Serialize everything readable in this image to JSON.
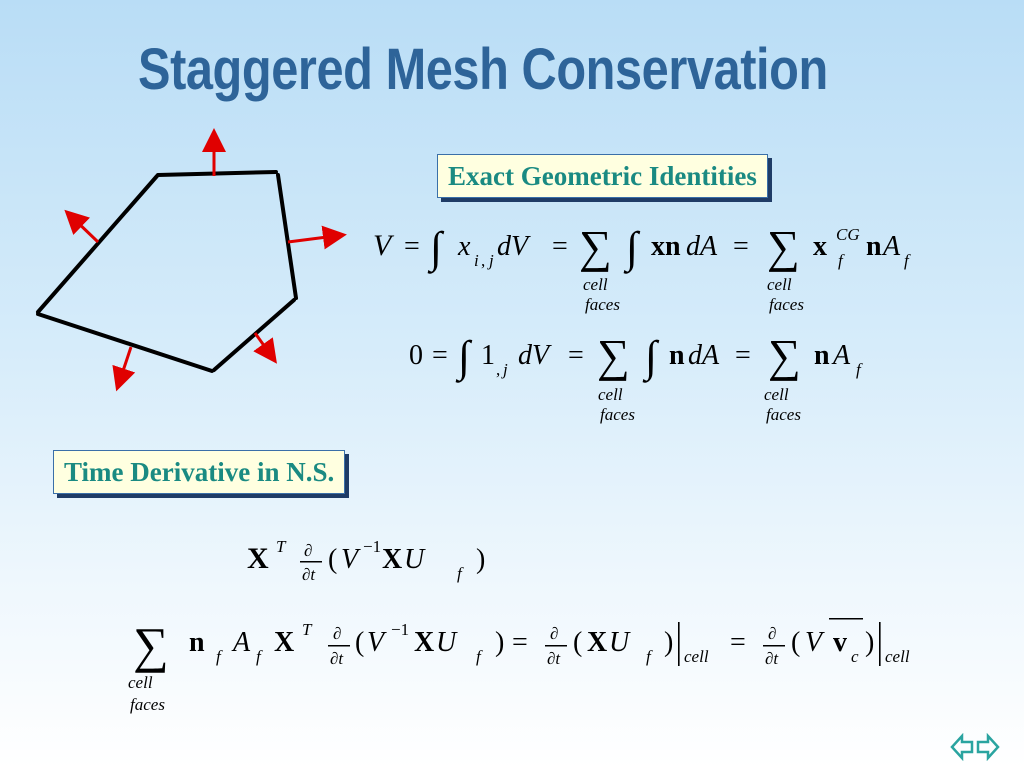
{
  "slide": {
    "title": "Staggered Mesh Conservation",
    "box_exact": "Exact Geometric Identities",
    "box_time": "Time Derivative in N.S."
  },
  "colors": {
    "title": "#2e6499",
    "box_text": "#1a8a82",
    "box_fill": "#ffffe0",
    "equation": "#000000",
    "arrow": "#e00000"
  },
  "equations": {
    "sub_cell": "cell",
    "sub_faces": "faces"
  },
  "icons": {
    "nav": "double-arrow-left-right-icon"
  }
}
